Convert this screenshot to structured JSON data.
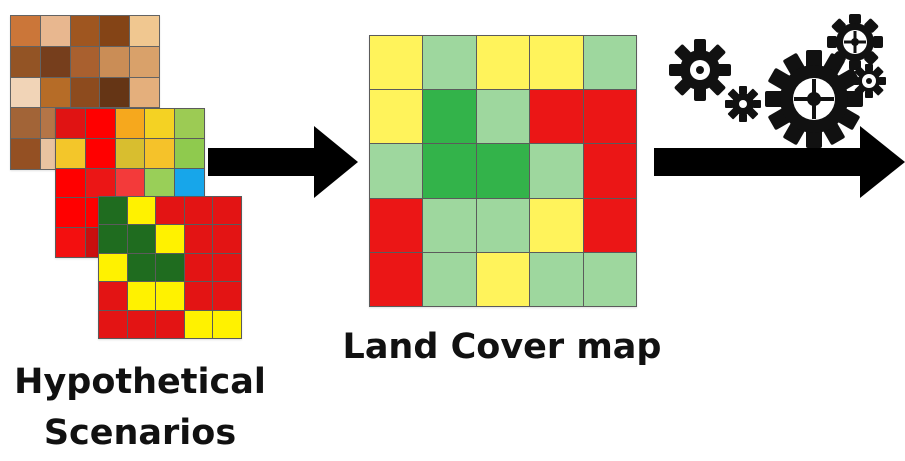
{
  "diagram": {
    "labels": {
      "land_cover": "Land Cover map",
      "scenarios_line_1": "Hypothetical",
      "scenarios_line_2": "Scenarios"
    },
    "palettes": {
      "brown_scenario": [
        "#C96F2F",
        "#E7B48A",
        "#9A4E15",
        "#7E3A0A",
        "#F0C58B",
        "#8E4B1A",
        "#6F3410",
        "#A55824",
        "#C8874D",
        "#D89D63",
        "#F1D2B4",
        "#B3651C",
        "#874212",
        "#5D2B09",
        "#E3AB76",
        "#9E5C2D",
        "#B06E3E",
        "#7C3B14",
        "#D79F67",
        "#C27B42",
        "#8F4718",
        "#E8C09B",
        "#6A3211",
        "#C98948",
        "#F2C28B"
      ],
      "rgb_scenario": [
        "#E01313",
        "#FF0000",
        "#F6A81D",
        "#F4D223",
        "#9CCB54",
        "#F3C62A",
        "#FF0000",
        "#D8BE2F",
        "#F5C22A",
        "#8FCA4E",
        "#FF0000",
        "#EB1616",
        "#F33A3A",
        "#99CF58",
        "#17A6EA",
        "#FF0000",
        "#FF0000",
        "#F7E52A",
        "#F1C220",
        "#8FD06E",
        "#F30F0F",
        "#C90F0F",
        "#FF0000",
        "#FF0000",
        "#FF0000"
      ],
      "green_scenario": [
        "#1F6C1F",
        "#FFF200",
        "#E31414",
        "#E31414",
        "#E31414",
        "#1F6C1F",
        "#1F6C1F",
        "#FFF200",
        "#E31414",
        "#E31414",
        "#FFF200",
        "#1F6C1F",
        "#1F6C1F",
        "#E31414",
        "#E31414",
        "#E31414",
        "#FFF200",
        "#FFF200",
        "#E31414",
        "#E31414",
        "#E31414",
        "#E31414",
        "#E31414",
        "#FFF200",
        "#FFF200"
      ],
      "landcover_map": [
        "#FFF35B",
        "#9ED79E",
        "#FFF35B",
        "#FFF35B",
        "#9ED79E",
        "#FFF35B",
        "#33B34A",
        "#9ED79E",
        "#EB1616",
        "#EB1616",
        "#9ED79E",
        "#33B34A",
        "#33B34A",
        "#9ED79E",
        "#EB1616",
        "#EB1616",
        "#9ED79E",
        "#9ED79E",
        "#FFF35B",
        "#EB1616",
        "#EB1616",
        "#9ED79E",
        "#FFF35B",
        "#9ED79E",
        "#9ED79E"
      ]
    },
    "icons": {
      "arrow_left": "right-arrow-icon",
      "arrow_right": "right-arrow-icon",
      "gears": "gears-icon"
    },
    "colors": {
      "arrow": "#000000",
      "gear": "#111111",
      "grid_border": "#5B5B5B",
      "text": "#111111"
    }
  }
}
